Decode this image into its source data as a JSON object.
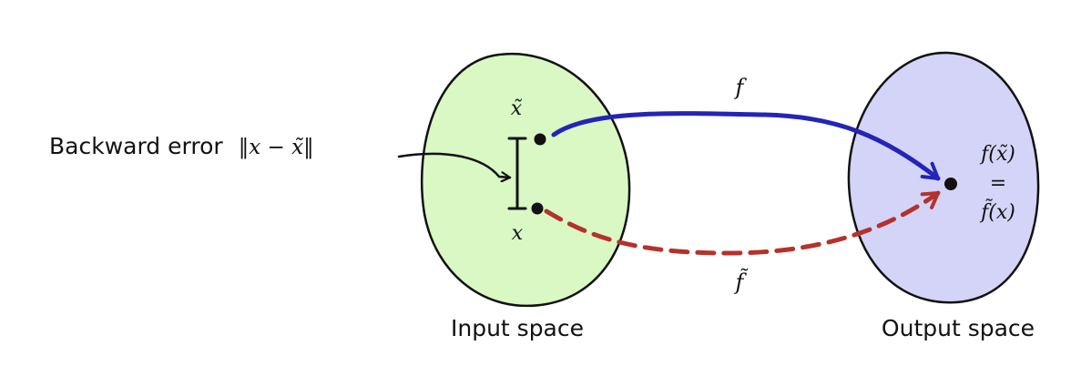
{
  "labels": {
    "backward_error_text": "Backward error",
    "backward_error_math": "‖x − x̃‖",
    "input_space": "Input space",
    "output_space": "Output space"
  },
  "math": {
    "x_tilde": "x̃",
    "x": "x",
    "f": "f",
    "f_tilde": "f̃",
    "out_top": "f(x̃)",
    "out_eq": "=",
    "out_bottom": "f̃(x)"
  },
  "colors": {
    "input_fill": "#d9f8c4",
    "output_fill": "#d4d4f9",
    "outline": "#111111",
    "f_arrow": "#2424b8",
    "f_tilde_arrow": "#b5322c"
  }
}
